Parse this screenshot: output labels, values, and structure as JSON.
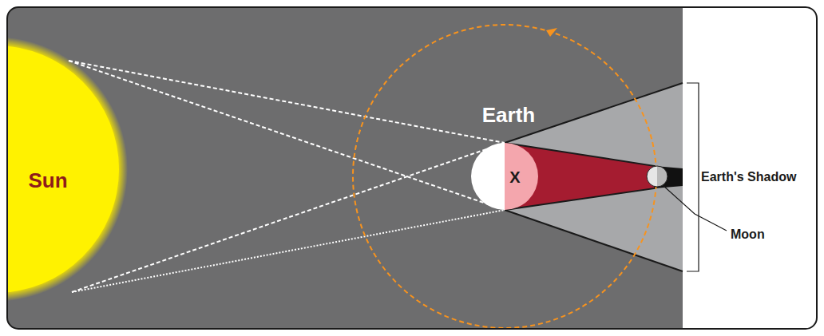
{
  "diagram": {
    "nodes": [
      {
        "text": [
          "Sun"
        ]
      },
      {
        "text": [
          "Earth",
          "X"
        ]
      }
    ],
    "labels": [
      "Earth's Shadow",
      "Moon"
    ]
  }
}
